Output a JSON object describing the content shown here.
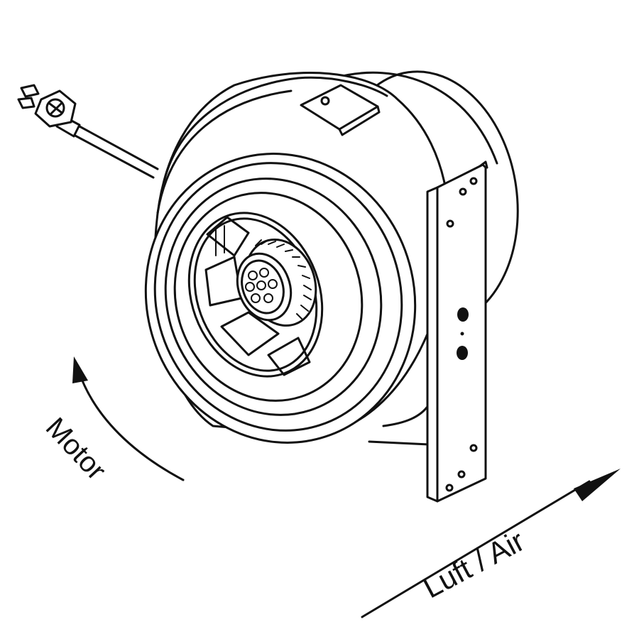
{
  "diagram": {
    "subject": "inline centrifugal duct fan",
    "components": [
      {
        "id": "power-plug",
        "label": ""
      },
      {
        "id": "power-cord",
        "label": ""
      },
      {
        "id": "fan-housing",
        "label": ""
      },
      {
        "id": "inlet-ring",
        "label": ""
      },
      {
        "id": "impeller",
        "label": ""
      },
      {
        "id": "motor-hub",
        "label": ""
      },
      {
        "id": "mounting-bracket",
        "label": ""
      },
      {
        "id": "top-clamp",
        "label": ""
      }
    ],
    "annotations": {
      "motor": "Motor",
      "airflow": "Luft / Air"
    },
    "colors": {
      "line": "#111111",
      "background": "#ffffff"
    }
  }
}
